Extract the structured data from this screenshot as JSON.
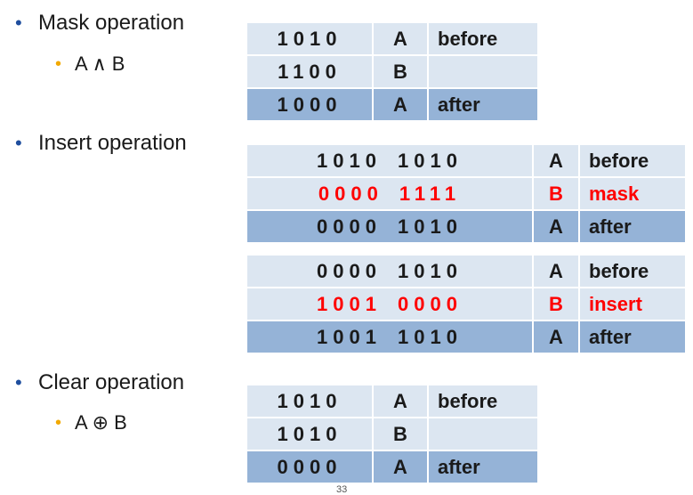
{
  "sections": {
    "mask": {
      "title": "Mask operation",
      "formula": "A ∧ B"
    },
    "insert": {
      "title": "Insert operation"
    },
    "clear": {
      "title": "Clear operation",
      "formula": "A ⊕ B"
    }
  },
  "tables": {
    "mask": [
      {
        "bits": "1010",
        "op": "A",
        "note": "before"
      },
      {
        "bits": "1100",
        "op": "B",
        "note": ""
      },
      {
        "bits": "1000",
        "op": "A",
        "note": "after"
      }
    ],
    "insert_mask": [
      {
        "hi": "1010",
        "lo": "1010",
        "op": "A",
        "note": "before"
      },
      {
        "hi": "0000",
        "lo": "1111",
        "op": "B",
        "note": "mask"
      },
      {
        "hi": "0000",
        "lo": "1010",
        "op": "A",
        "note": "after"
      }
    ],
    "insert_insert": [
      {
        "hi": "0000",
        "lo": "1010",
        "op": "A",
        "note": "before"
      },
      {
        "hi": "1001",
        "lo": "0000",
        "op": "B",
        "note": "insert"
      },
      {
        "hi": "1001",
        "lo": "1010",
        "op": "A",
        "note": "after"
      }
    ],
    "clear": [
      {
        "bits": "1010",
        "op": "A",
        "note": "before"
      },
      {
        "bits": "1010",
        "op": "B",
        "note": ""
      },
      {
        "bits": "0000",
        "op": "A",
        "note": "after"
      }
    ]
  },
  "page_number": "33",
  "colors": {
    "bullet": "#1f4e9e",
    "sub_bullet": "#f2a900",
    "cell": "#dce6f1",
    "after_row": "#95b3d7",
    "highlight": "#ff0000"
  }
}
